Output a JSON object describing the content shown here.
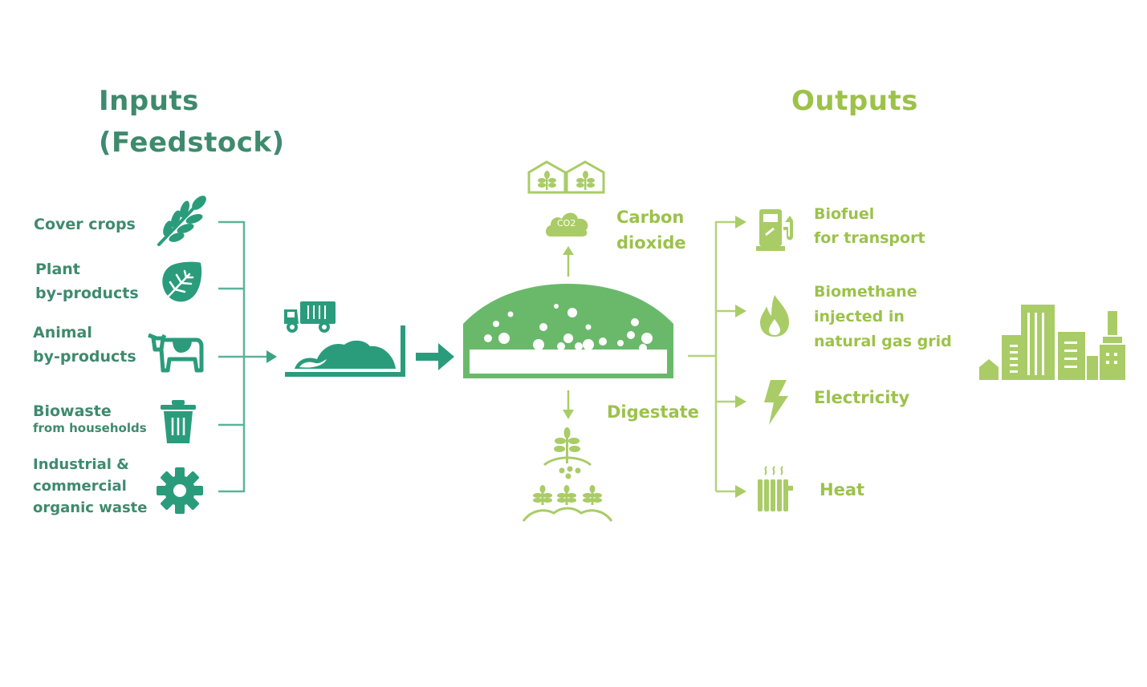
{
  "colors": {
    "inputs_text": "#3f8a6f",
    "inputs_icon": "#2a9c7c",
    "digester": "#6ab96b",
    "outputs": "#9cc24a"
  },
  "inputs": {
    "heading_line1": "Inputs",
    "heading_line2": "(Feedstock)",
    "items": [
      {
        "line1": "Cover crops",
        "line2": "",
        "icon": "wheat-icon"
      },
      {
        "line1": "Plant",
        "line2": "by-products",
        "icon": "leaf-icon"
      },
      {
        "line1": "Animal",
        "line2": "by-products",
        "icon": "cow-icon"
      },
      {
        "line1": "Biowaste",
        "line2": "from households",
        "icon": "trash-bin-icon"
      },
      {
        "line1": "Industrial &",
        "line2": "commercial",
        "line3": "organic waste",
        "icon": "gear-icon"
      }
    ]
  },
  "process": {
    "collection_icons": [
      "truck-icon",
      "feedstock-pile-icon"
    ],
    "digester_icon": "anaerobic-digester-icon",
    "co2_label": "CO2",
    "carbon_line1": "Carbon",
    "carbon_line2": "dioxide",
    "greenhouse_icon": "greenhouse-icon",
    "digestate_label": "Digestate",
    "fertilizer_icon": "crops-fertilizer-icon"
  },
  "outputs": {
    "heading": "Outputs",
    "items": [
      {
        "line1": "Biofuel",
        "line2": "for transport",
        "icon": "fuel-pump-icon"
      },
      {
        "line1": "Biomethane",
        "line2": "injected in",
        "line3": "natural gas grid",
        "icon": "flame-icon"
      },
      {
        "line1": "Electricity",
        "icon": "lightning-icon"
      },
      {
        "line1": "Heat",
        "icon": "radiator-icon"
      }
    ],
    "city_icon": "city-icon"
  }
}
